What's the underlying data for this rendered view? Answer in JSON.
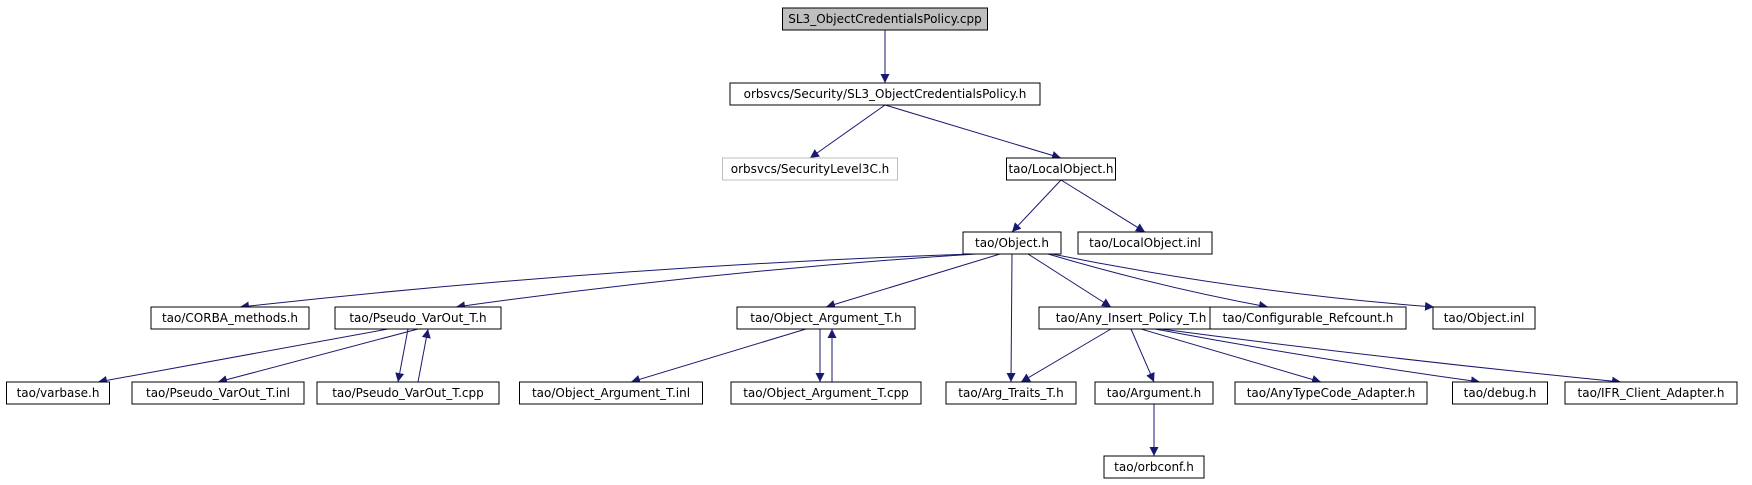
{
  "colors": {
    "edge": "#191970",
    "border": "#000000",
    "border_missing": "#bfbfbf",
    "root_fill": "#bfbfbf",
    "node_fill": "#ffffff",
    "text": "#000000"
  },
  "nodes": [
    {
      "id": "n0",
      "label": "SL3_ObjectCredentialsPolicy.cpp",
      "style": "root"
    },
    {
      "id": "n1",
      "label": "orbsvcs/Security/SL3_ObjectCredentialsPolicy.h",
      "style": "normal"
    },
    {
      "id": "n2",
      "label": "orbsvcs/SecurityLevel3C.h",
      "style": "missing"
    },
    {
      "id": "n3",
      "label": "tao/LocalObject.h",
      "style": "normal"
    },
    {
      "id": "n4",
      "label": "tao/Object.h",
      "style": "normal"
    },
    {
      "id": "n5",
      "label": "tao/LocalObject.inl",
      "style": "normal"
    },
    {
      "id": "n6",
      "label": "tao/CORBA_methods.h",
      "style": "normal"
    },
    {
      "id": "n7",
      "label": "tao/Pseudo_VarOut_T.h",
      "style": "normal"
    },
    {
      "id": "n8",
      "label": "tao/Object_Argument_T.h",
      "style": "normal"
    },
    {
      "id": "n9",
      "label": "tao/Any_Insert_Policy_T.h",
      "style": "normal"
    },
    {
      "id": "n10",
      "label": "tao/Configurable_Refcount.h",
      "style": "normal"
    },
    {
      "id": "n11",
      "label": "tao/Object.inl",
      "style": "normal"
    },
    {
      "id": "n12",
      "label": "tao/varbase.h",
      "style": "normal"
    },
    {
      "id": "n13",
      "label": "tao/Pseudo_VarOut_T.inl",
      "style": "normal"
    },
    {
      "id": "n14",
      "label": "tao/Pseudo_VarOut_T.cpp",
      "style": "normal"
    },
    {
      "id": "n15",
      "label": "tao/Object_Argument_T.inl",
      "style": "normal"
    },
    {
      "id": "n16",
      "label": "tao/Object_Argument_T.cpp",
      "style": "normal"
    },
    {
      "id": "n17",
      "label": "tao/Arg_Traits_T.h",
      "style": "normal"
    },
    {
      "id": "n18",
      "label": "tao/Argument.h",
      "style": "normal"
    },
    {
      "id": "n19",
      "label": "tao/AnyTypeCode_Adapter.h",
      "style": "normal"
    },
    {
      "id": "n20",
      "label": "tao/debug.h",
      "style": "normal"
    },
    {
      "id": "n21",
      "label": "tao/IFR_Client_Adapter.h",
      "style": "normal"
    },
    {
      "id": "n22",
      "label": "tao/orbconf.h",
      "style": "normal"
    }
  ],
  "edges": [
    {
      "from": "n0",
      "to": "n1"
    },
    {
      "from": "n1",
      "to": "n2"
    },
    {
      "from": "n1",
      "to": "n3"
    },
    {
      "from": "n3",
      "to": "n4"
    },
    {
      "from": "n3",
      "to": "n5"
    },
    {
      "from": "n4",
      "to": "n6"
    },
    {
      "from": "n4",
      "to": "n7"
    },
    {
      "from": "n4",
      "to": "n8"
    },
    {
      "from": "n4",
      "to": "n17"
    },
    {
      "from": "n4",
      "to": "n9"
    },
    {
      "from": "n4",
      "to": "n10"
    },
    {
      "from": "n4",
      "to": "n11"
    },
    {
      "from": "n7",
      "to": "n12"
    },
    {
      "from": "n7",
      "to": "n13"
    },
    {
      "from": "n7",
      "to": "n14"
    },
    {
      "from": "n14",
      "to": "n7"
    },
    {
      "from": "n8",
      "to": "n15"
    },
    {
      "from": "n8",
      "to": "n16"
    },
    {
      "from": "n16",
      "to": "n8"
    },
    {
      "from": "n9",
      "to": "n17"
    },
    {
      "from": "n9",
      "to": "n18"
    },
    {
      "from": "n9",
      "to": "n19"
    },
    {
      "from": "n9",
      "to": "n20"
    },
    {
      "from": "n9",
      "to": "n21"
    },
    {
      "from": "n18",
      "to": "n22"
    }
  ]
}
